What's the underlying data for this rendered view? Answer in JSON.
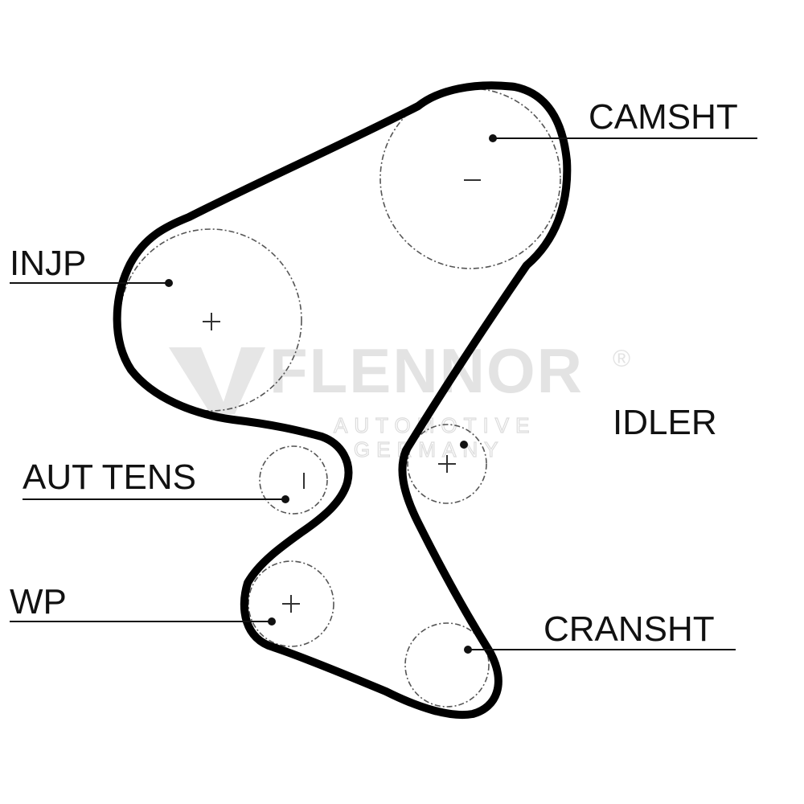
{
  "diagram": {
    "labels": {
      "camshaft": "CAMSHT",
      "injection_pump": "INJP",
      "idler": "IDLER",
      "auto_tensioner": "AUT TENS",
      "water_pump": "WP",
      "crankshaft": "CRANSHT"
    },
    "watermark": {
      "brand": "FLENNOR",
      "registered": "®",
      "line1": "AUTOMOTIVE",
      "line2": "GERMANY"
    },
    "colors": {
      "belt": "#000000",
      "pulley_outline": "#555555",
      "watermark": "#e3e3e3",
      "text": "#111111"
    }
  }
}
